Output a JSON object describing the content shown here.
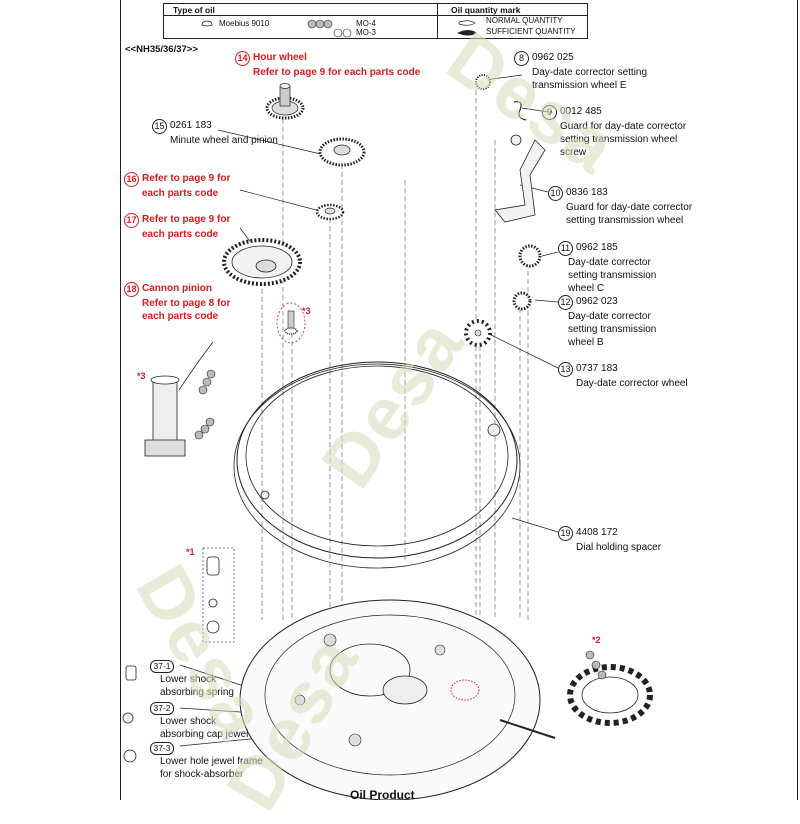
{
  "legend": {
    "type_header": "Type of oil",
    "mark_header": "Oil quantity mark",
    "oils": [
      "Moebius 9010",
      "MO-4",
      "MO-3"
    ],
    "marks": [
      "NORMAL QUANTITY",
      "SUFFICIENT QUANTITY"
    ]
  },
  "model_tag": "<<NH35/36/37>>",
  "parts": [
    {
      "no": "14",
      "lines": [
        "Hour wheel",
        "Refer to page 9 for each parts code"
      ],
      "red": true
    },
    {
      "no": "15",
      "lines": [
        "0261 183",
        "Minute wheel and pinion"
      ],
      "red": false
    },
    {
      "no": "16",
      "lines": [
        "Refer to page 9 for",
        "each parts code"
      ],
      "red": true
    },
    {
      "no": "17",
      "lines": [
        "Refer to page 9 for",
        "each parts code"
      ],
      "red": true
    },
    {
      "no": "18",
      "lines": [
        "Cannon pinion",
        "Refer to page 8 for",
        "each parts code"
      ],
      "red": true
    },
    {
      "no": "8",
      "lines": [
        "0962 025",
        "Day-date corrector setting",
        "transmission wheel E"
      ],
      "red": false
    },
    {
      "no": "9",
      "lines": [
        "0012 485",
        "Guard for day-date corrector",
        "setting transmission wheel",
        "screw"
      ],
      "red": false
    },
    {
      "no": "10",
      "lines": [
        "0836 183",
        "Guard for day-date corrector",
        "setting transmission wheel"
      ],
      "red": false
    },
    {
      "no": "11",
      "lines": [
        "0962 185",
        "Day-date corrector",
        "setting transmission",
        "wheel C"
      ],
      "red": false
    },
    {
      "no": "12",
      "lines": [
        "0962 023",
        "Day-date corrector",
        "setting transmission",
        "wheel B"
      ],
      "red": false
    },
    {
      "no": "13",
      "lines": [
        "0737 183",
        "Day-date corrector wheel"
      ],
      "red": false
    },
    {
      "no": "19",
      "lines": [
        "4408 172",
        "Dial holding spacer"
      ],
      "red": false
    }
  ],
  "subparts": [
    {
      "no": "37-1",
      "lines": [
        "Lower shock",
        "absorbing spring"
      ]
    },
    {
      "no": "37-2",
      "lines": [
        "Lower shock",
        "absorbing cap jewel"
      ]
    },
    {
      "no": "37-3",
      "lines": [
        "Lower hole jewel frame",
        "for shock-absorber"
      ]
    }
  ],
  "stars": [
    "*3",
    "*3",
    "*1",
    "*2"
  ],
  "footer": "Oil Product",
  "watermarks": [
    "Desa",
    "Desa",
    "Desa",
    "Desa"
  ],
  "colors": {
    "red": "#d71920",
    "line": "#222222",
    "watermark": "#d7dab9"
  }
}
